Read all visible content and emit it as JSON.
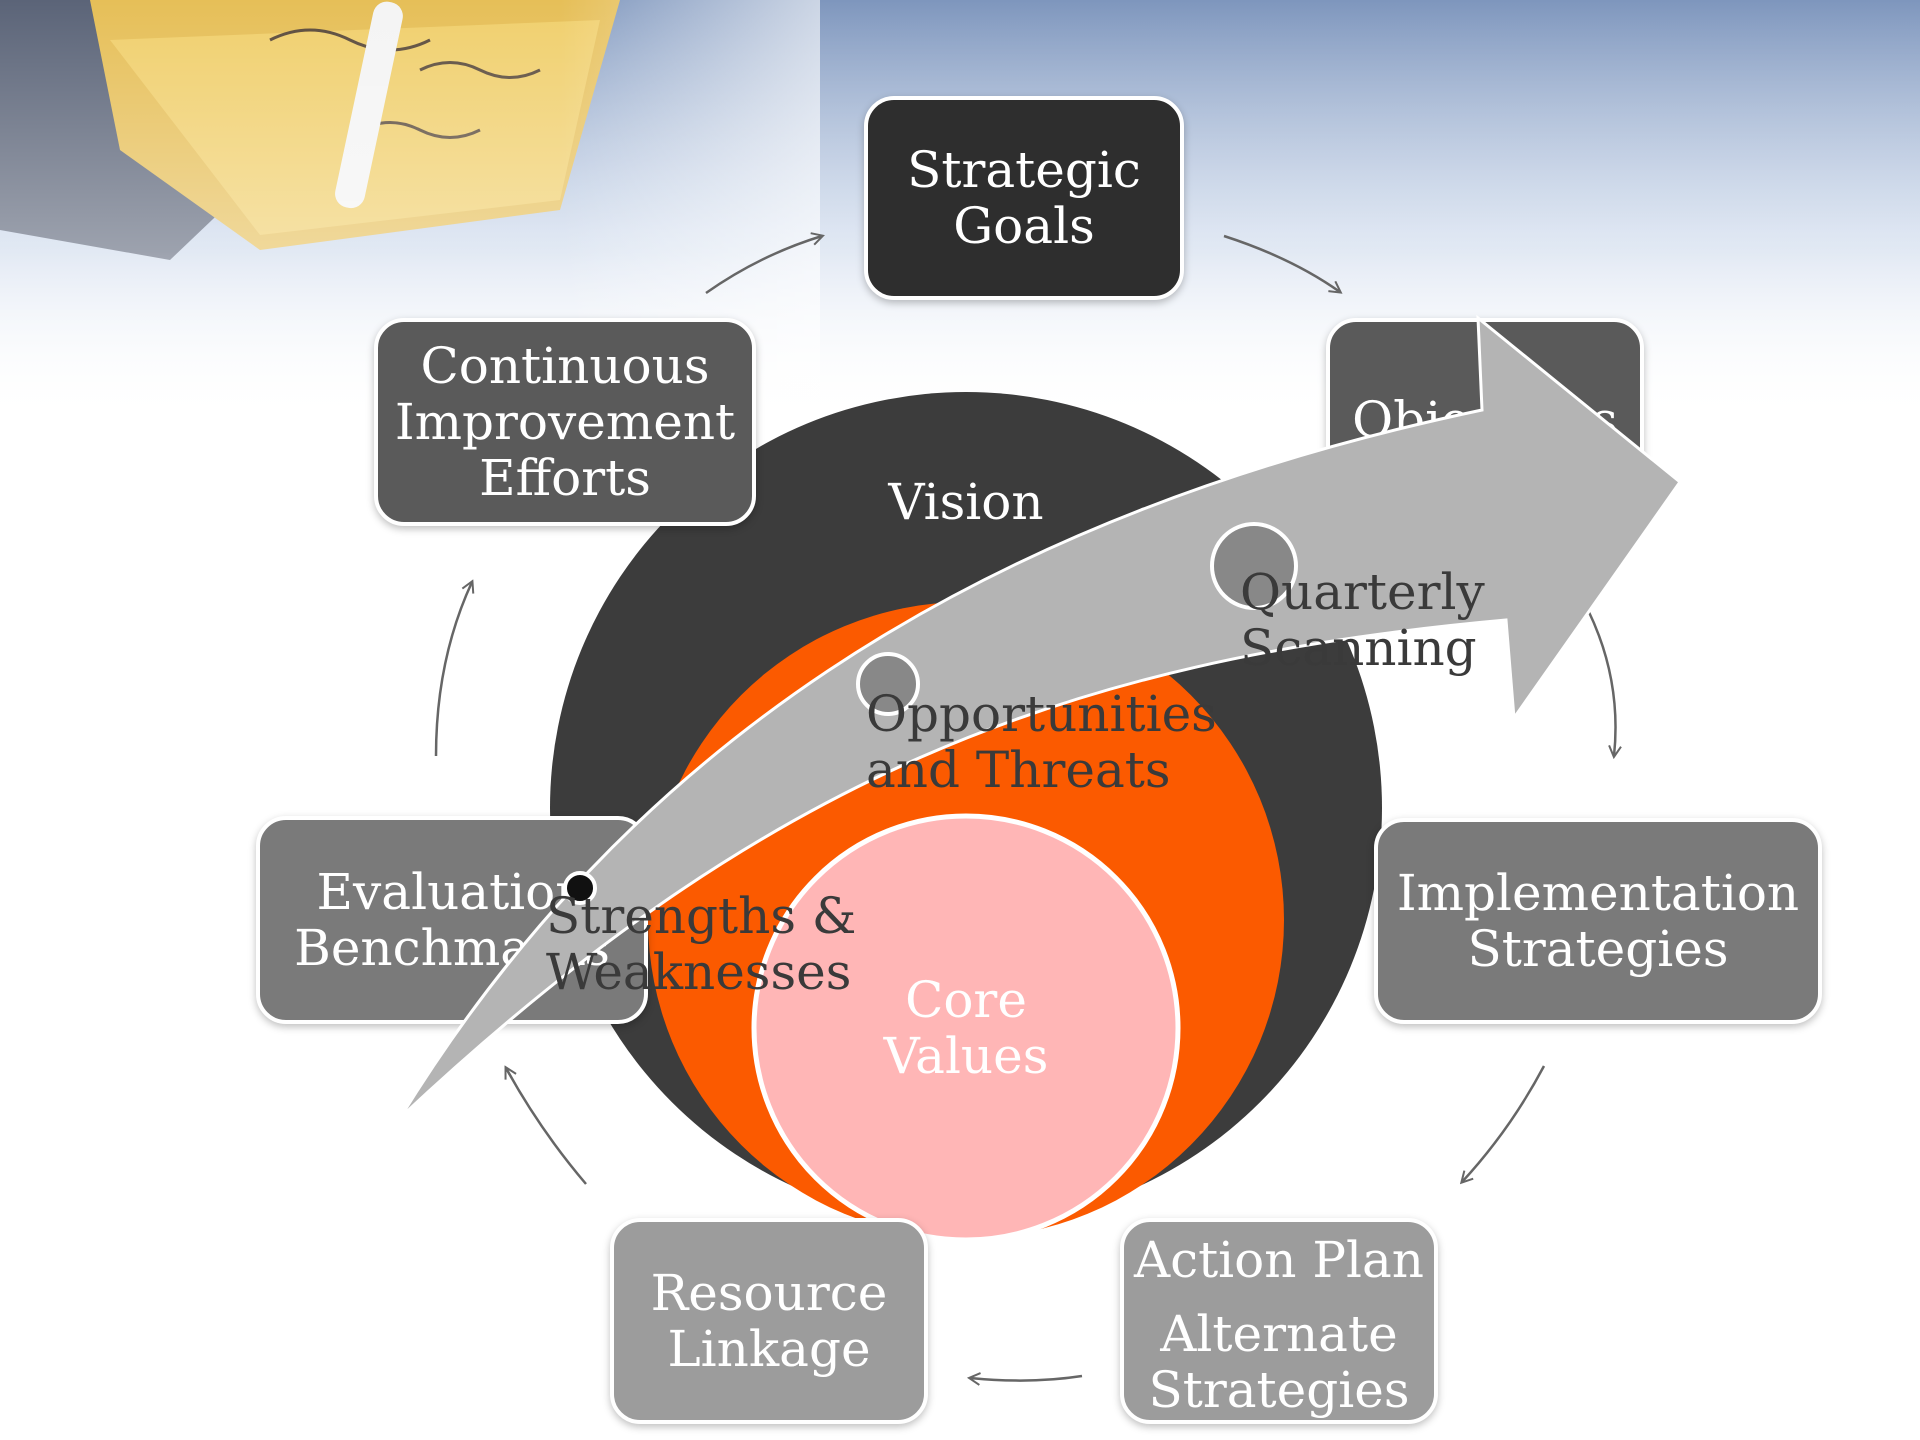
{
  "colors": {
    "vision_circle": "#3c3c3c",
    "opportunities_circle": "#fb5a00",
    "core_circle": "#ffb6b6",
    "box_dark": "#2e2e2e",
    "box_mid": "#5a5a5a",
    "box_gray": "#7a7a7a",
    "box_light": "#9c9c9c",
    "arrow": "#b4b4b4"
  },
  "cycle": {
    "strategic_goals": "Strategic\nGoals",
    "objectives": "Objectives",
    "implementation": "Implementation\nStrategies",
    "action_plan": "Action Plan",
    "alternate_strategies": "Alternate\nStrategies",
    "resource_linkage": "Resource\nLinkage",
    "evaluation": "Evaluation\nBenchmarks",
    "continuous": "Continuous\nImprovement\nEfforts"
  },
  "circles": {
    "vision": "Vision",
    "opportunities": "Opportunities\nand Threats",
    "core_values": "Core\nValues"
  },
  "arrow_labels": {
    "quarterly": "Quarterly\nScanning",
    "strengths": "Strengths &\nWeaknesses"
  }
}
